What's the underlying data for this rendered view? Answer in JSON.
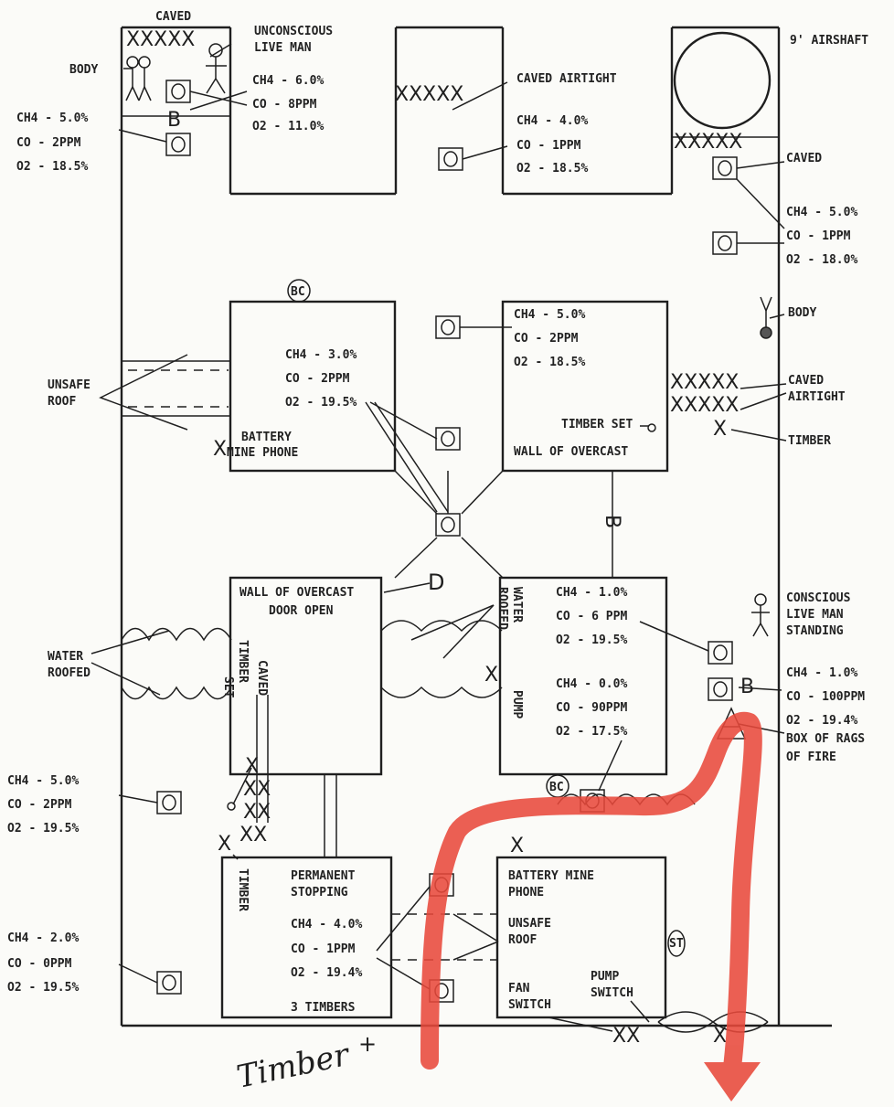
{
  "labels": {
    "caved_top": "CAVED",
    "unconscious": [
      "UNCONSCIOUS",
      "LIVE MAN"
    ],
    "body_left": "BODY",
    "r1_ch4": "CH4 - 6.0%",
    "r1_co": "CO - 8PPM",
    "r1_o2": "O2 - 11.0%",
    "left1_ch4": "CH4 - 5.0%",
    "left1_co": "CO - 2PPM",
    "left1_o2": "O2 - 18.5%",
    "caved_airtight_top": "CAVED AIRTIGHT",
    "mid1_ch4": "CH4 - 4.0%",
    "mid1_co": "CO - 1PPM",
    "mid1_o2": "O2 - 18.5%",
    "airshaft": "9' AIRSHAFT",
    "caved_right": "CAVED",
    "right1_ch4": "CH4 - 5.0%",
    "right1_co": "CO - 1PPM",
    "right1_o2": "O2 - 18.0%",
    "body_right": "BODY",
    "bc1": "BC",
    "unsafe_roof_left": [
      "UNSAFE",
      "ROOF"
    ],
    "b2_ch4": "CH4 - 3.0%",
    "b2_co": "CO - 2PPM",
    "b2_o2": "O2 - 19.5%",
    "battery_phone_1": [
      "BATTERY",
      "MINE PHONE"
    ],
    "b3_ch4": "CH4 - 5.0%",
    "b3_co": "CO - 2PPM",
    "b3_o2": "O2 - 18.5%",
    "timber_set_1": "TIMBER SET",
    "wall_overcast_1": "WALL OF OVERCAST",
    "caved_airtight_right": [
      "CAVED",
      "AIRTIGHT"
    ],
    "timber_right": "TIMBER",
    "wall_overcast_2": "WALL OF OVERCAST",
    "door_open": "DOOR OPEN",
    "timber_set_2": [
      "TIMBER",
      "SET"
    ],
    "caved_vert": "CAVED",
    "water_roofed_left": [
      "WATER",
      "ROOFED"
    ],
    "water_roofed_mid": [
      "WATER",
      "ROOFED"
    ],
    "b4_ch4": "CH4 - 1.0%",
    "b4_co": "CO - 6 PPM",
    "b4_o2": "O2 - 19.5%",
    "pump": "PUMP",
    "b4b_ch4": "CH4 - 0.0%",
    "b4b_co": "CO - 90PPM",
    "b4b_o2": "O2 - 17.5%",
    "bc2": "BC",
    "conscious": [
      "CONSCIOUS",
      "LIVE MAN",
      "STANDING"
    ],
    "right2_ch4": "CH4 - 1.0%",
    "right2_co": "CO - 100PPM",
    "right2_o2": "O2 - 19.4%",
    "box_rags": [
      "BOX OF RAGS",
      "OF FIRE"
    ],
    "left2_ch4": "CH4 - 5.0%",
    "left2_co": "CO - 2PPM",
    "left2_o2": "O2 - 19.5%",
    "timber_left": "TIMBER",
    "permanent_stopping": [
      "PERMANENT",
      "STOPPING"
    ],
    "b5_ch4": "CH4 - 4.0%",
    "b5_co": "CO - 1PPM",
    "b5_o2": "O2 - 19.4%",
    "three_timbers": "3 TIMBERS",
    "battery_phone_2": [
      "BATTERY MINE",
      "PHONE"
    ],
    "unsafe_roof_2": [
      "UNSAFE",
      "ROOF"
    ],
    "fan_switch": [
      "FAN",
      "SWITCH"
    ],
    "pump_switch": [
      "PUMP",
      "SWITCH"
    ],
    "st": "ST",
    "left3_ch4": "CH4 - 2.0%",
    "left3_co": "CO - 0PPM",
    "left3_o2": "O2 - 19.5%",
    "timber_hand": "Timber"
  },
  "colors": {
    "ink": "#1f1f1f",
    "fire_path": "#e8493b",
    "paper": "#fbfbf8"
  }
}
